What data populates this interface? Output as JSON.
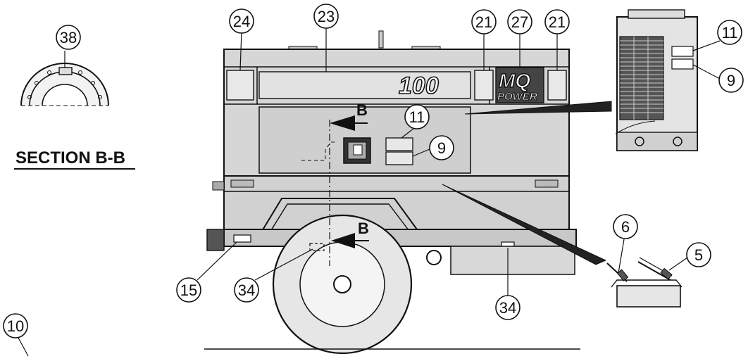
{
  "section_view": {
    "title": "SECTION B-B",
    "callout": "38"
  },
  "section_markers": {
    "upper": "B",
    "lower": "B"
  },
  "generator": {
    "model_number": "100",
    "logo_main": "MQ",
    "logo_sub": "POWER"
  },
  "callouts": {
    "c24": "24",
    "c23": "23",
    "c21_left": "21",
    "c27": "27",
    "c21_right": "21",
    "c11_main": "11",
    "c9_main": "9",
    "c11_detail": "11",
    "c9_detail": "9",
    "c6": "6",
    "c5": "5",
    "c15": "15",
    "c34_left": "34",
    "c34_right": "34",
    "c10": "10"
  },
  "colors": {
    "body_fill": "#d6d6d6",
    "panel_fill": "#c9c9c9",
    "dark_fill": "#555555",
    "line": "#111111"
  }
}
